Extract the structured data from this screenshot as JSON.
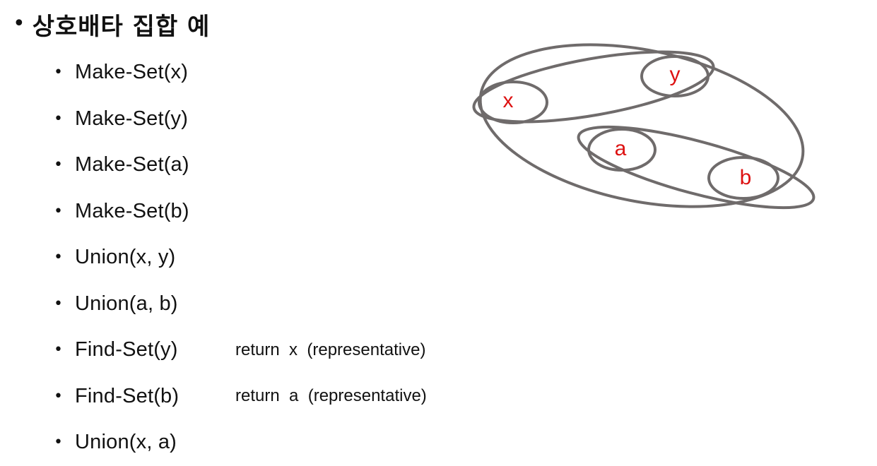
{
  "slide": {
    "bullet": "•",
    "title": "상호배타 집합 예"
  },
  "operations": [
    {
      "bullet": "•",
      "label": "Make-Set(x)",
      "note": ""
    },
    {
      "bullet": "•",
      "label": "Make-Set(y)",
      "note": ""
    },
    {
      "bullet": "•",
      "label": "Make-Set(a)",
      "note": ""
    },
    {
      "bullet": "•",
      "label": "Make-Set(b)",
      "note": ""
    },
    {
      "bullet": "•",
      "label": "Union(x, y)",
      "note": ""
    },
    {
      "bullet": "•",
      "label": "Union(a, b)",
      "note": ""
    },
    {
      "bullet": "•",
      "label": "Find-Set(y)",
      "note": "return  x  (representative)"
    },
    {
      "bullet": "•",
      "label": "Find-Set(b)",
      "note": "return  a  (representative)"
    },
    {
      "bullet": "•",
      "label": "Union(x, a)",
      "note": ""
    }
  ],
  "diagram": {
    "nodes": {
      "x": "x",
      "y": "y",
      "a": "a",
      "b": "b"
    },
    "colors": {
      "outline": "#6f6b6b",
      "node_text": "#dd1111"
    }
  }
}
